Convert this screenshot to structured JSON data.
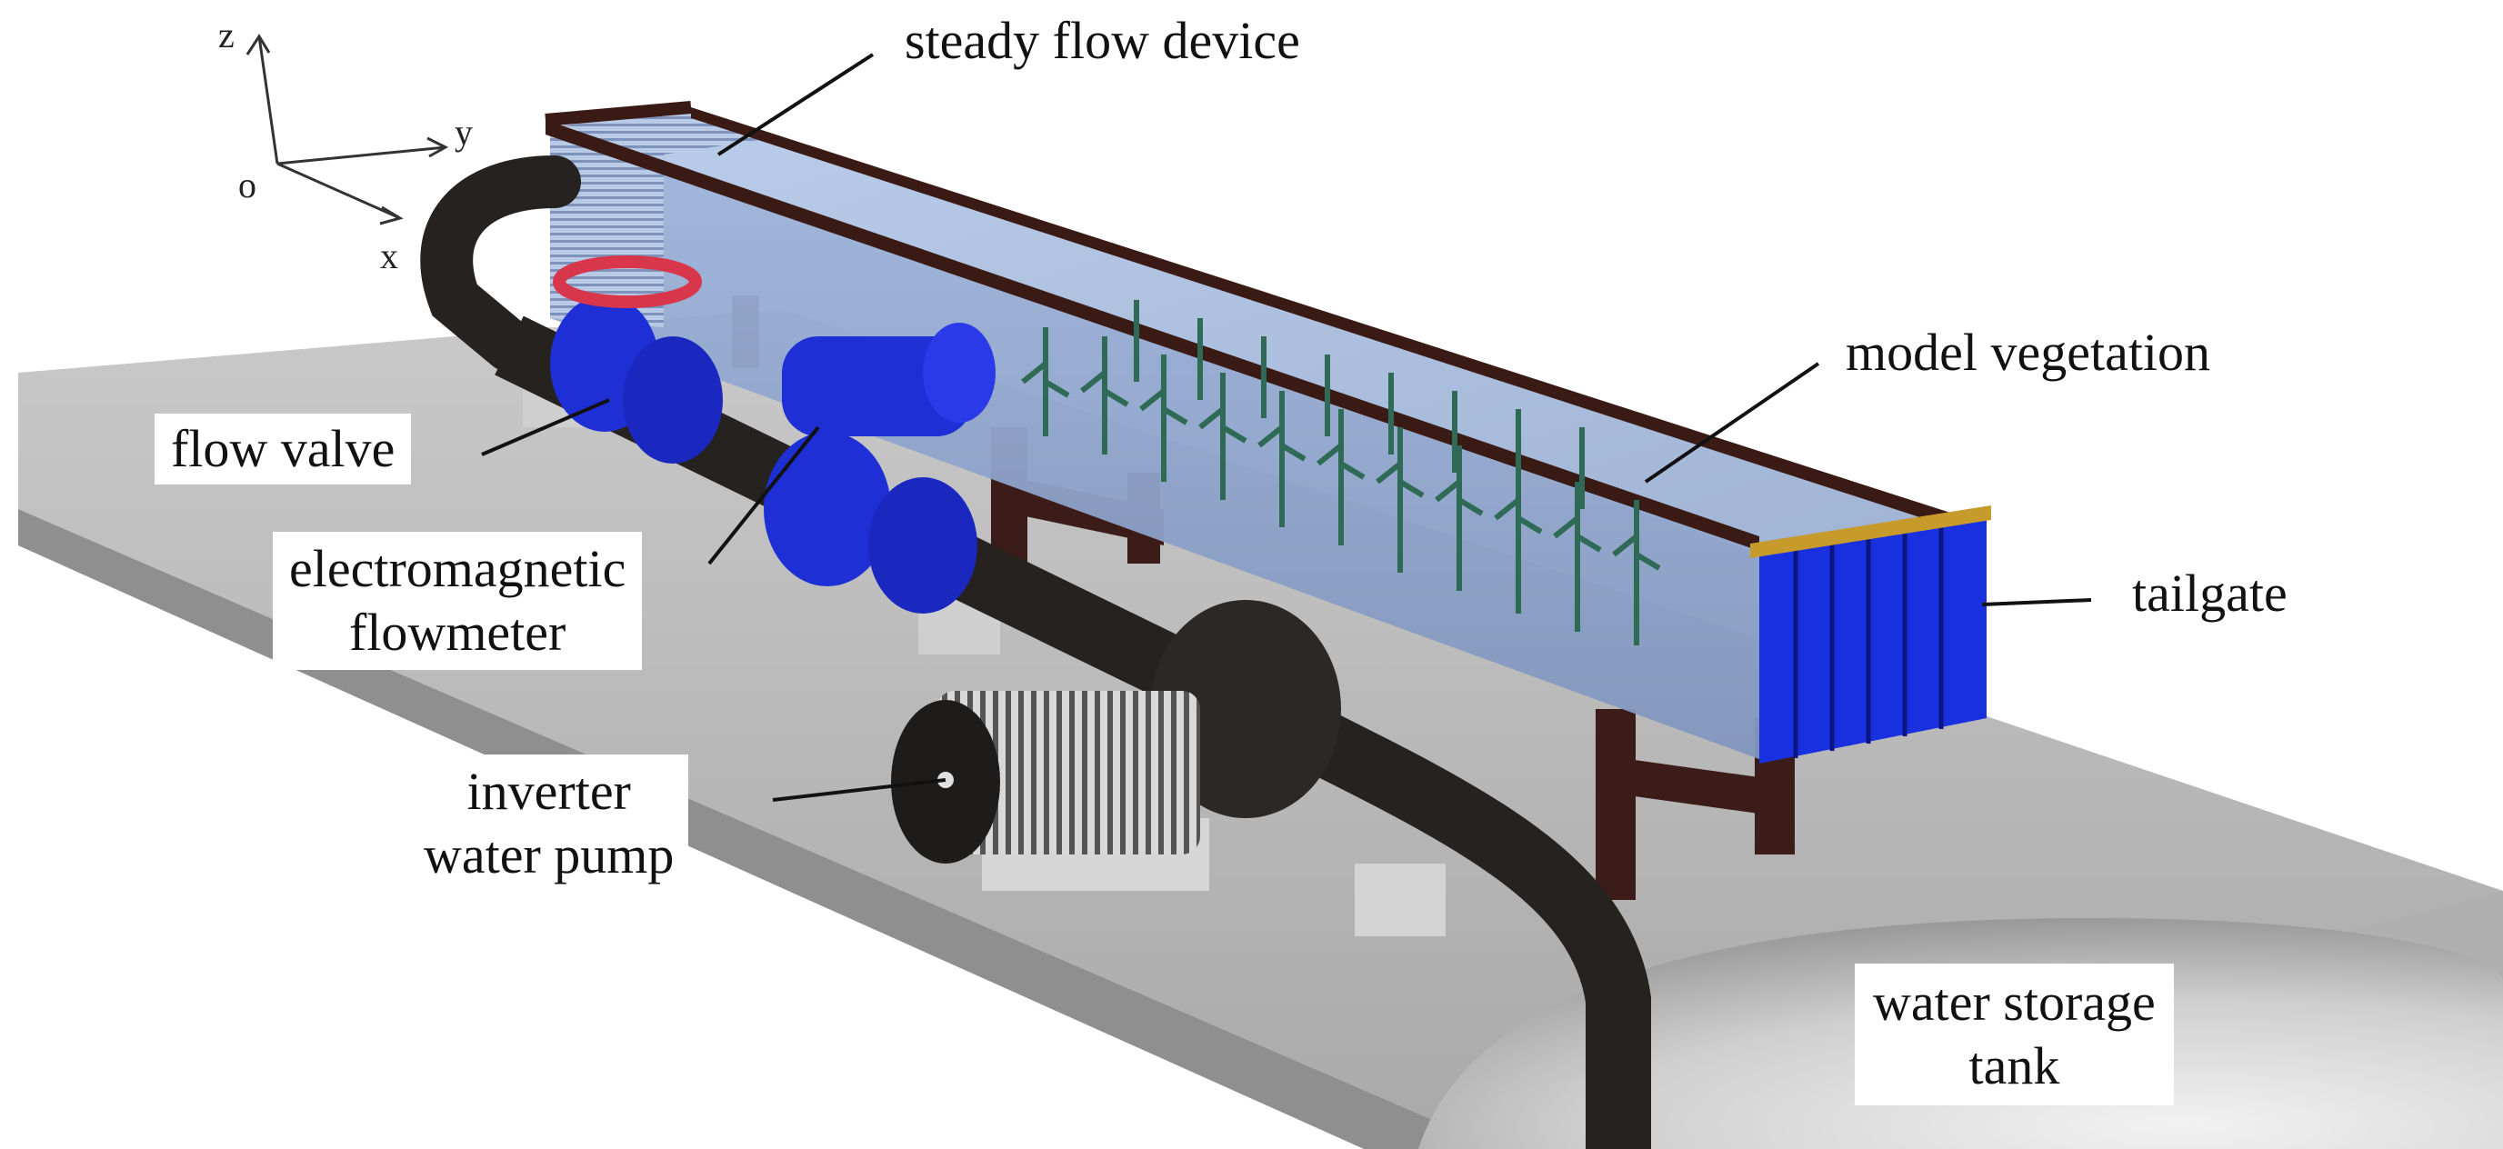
{
  "axes": {
    "z": "z",
    "y": "y",
    "o": "o",
    "x": "x"
  },
  "labels": {
    "steady_flow_device": "steady flow device",
    "model_vegetation": "model vegetation",
    "flow_valve": "flow valve",
    "electromagnetic_flowmeter": [
      "electromagnetic",
      "flowmeter"
    ],
    "tailgate": "tailgate",
    "inverter_water_pump": [
      "inverter",
      "water pump"
    ],
    "water_storage_tank": [
      "water storage",
      "tank"
    ]
  },
  "colors": {
    "floor": "#bdbdbd",
    "floor_edge": "#8a8a8a",
    "flume_water": "#9fb8dc",
    "flume_rail": "#3a1a14",
    "pipe": "#262220",
    "valve_blue": "#1f2fd6",
    "valve_wheel": "#d8364a",
    "tailgate_blue": "#1830e0",
    "tailgate_bar": "#c79a2c",
    "support": "#3c1c18",
    "plant": "#2e6a55"
  }
}
